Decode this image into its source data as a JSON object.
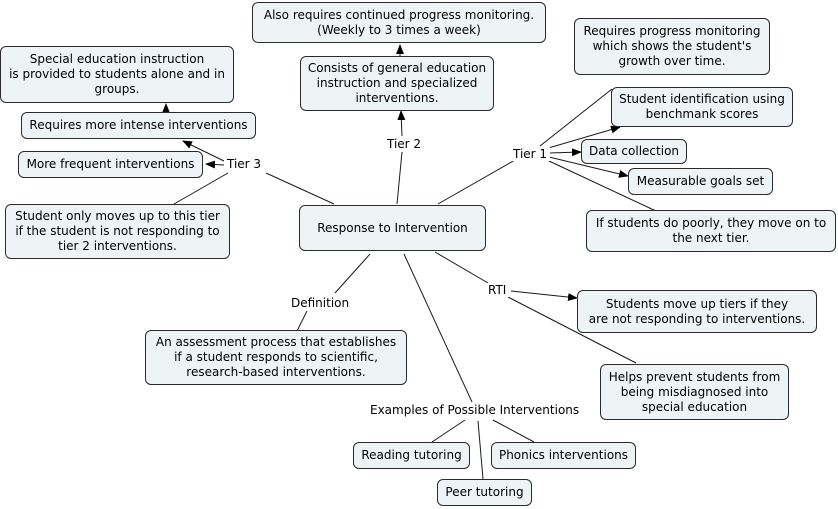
{
  "central": "Response to Intervention",
  "linking_phrases": {
    "tier1": "Tier 1",
    "tier2": "Tier 2",
    "tier3": "Tier 3",
    "rti": "RTI",
    "definition": "Definition",
    "examples": "Examples of Possible Interventions"
  },
  "tier1": {
    "progress_monitoring": "Requires progress monitoring\nwhich shows the student's\ngrowth over time.",
    "identification": "Student identification using\nbenchmank scores",
    "data_collection": "Data collection",
    "goals": "Measurable goals set",
    "poor_students": "If students do poorly, they move on to\nthe next tier."
  },
  "tier2": {
    "monitoring": "Also requires continued progress monitoring.\n(Weekly to 3 times a week)",
    "consists": "Consists of general education\ninstruction and specialized\ninterventions."
  },
  "tier3": {
    "special_ed": "Special education instruction\nis provided to students alone and in\ngroups.",
    "intense": "Requires more intense interventions",
    "frequent": "More frequent interventions",
    "moves_up": "Student only moves up to this tier\nif the student is not responding to\ntier 2 interventions."
  },
  "rti": {
    "move_up": "Students move up tiers if they\nare not responding to interventions.",
    "prevent": "Helps prevent students from\nbeing misdiagnosed into\nspecial education"
  },
  "definition": {
    "text": "An assessment process that establishes\nif a student responds to scientific,\nresearch-based interventions."
  },
  "examples": {
    "reading": "Reading tutoring",
    "phonics": "Phonics interventions",
    "peer": "Peer tutoring"
  },
  "colors": {
    "node_fill": "#eef3f6",
    "line": "#2b2b2b",
    "background": "#ffffff"
  }
}
